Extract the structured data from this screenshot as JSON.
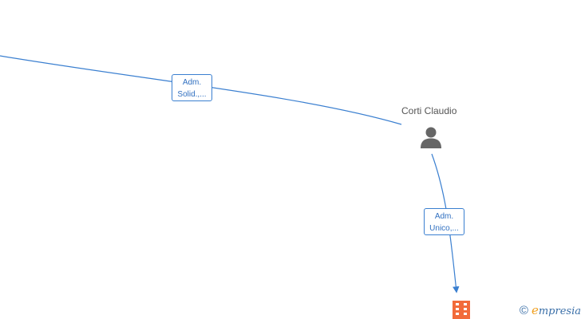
{
  "graph": {
    "person": {
      "name": "Corti Claudio",
      "icon": "person-icon"
    },
    "relations": [
      {
        "line1": "Adm.",
        "line2": "Solid.,..."
      },
      {
        "line1": "Adm.",
        "line2": "Unico,..."
      }
    ],
    "company": {
      "icon": "building-icon",
      "color": "#f26b3a"
    },
    "edge_color": "#3a7fd0"
  },
  "brand": {
    "copyright": "©",
    "name_first": "e",
    "name_rest": "mpresia"
  }
}
